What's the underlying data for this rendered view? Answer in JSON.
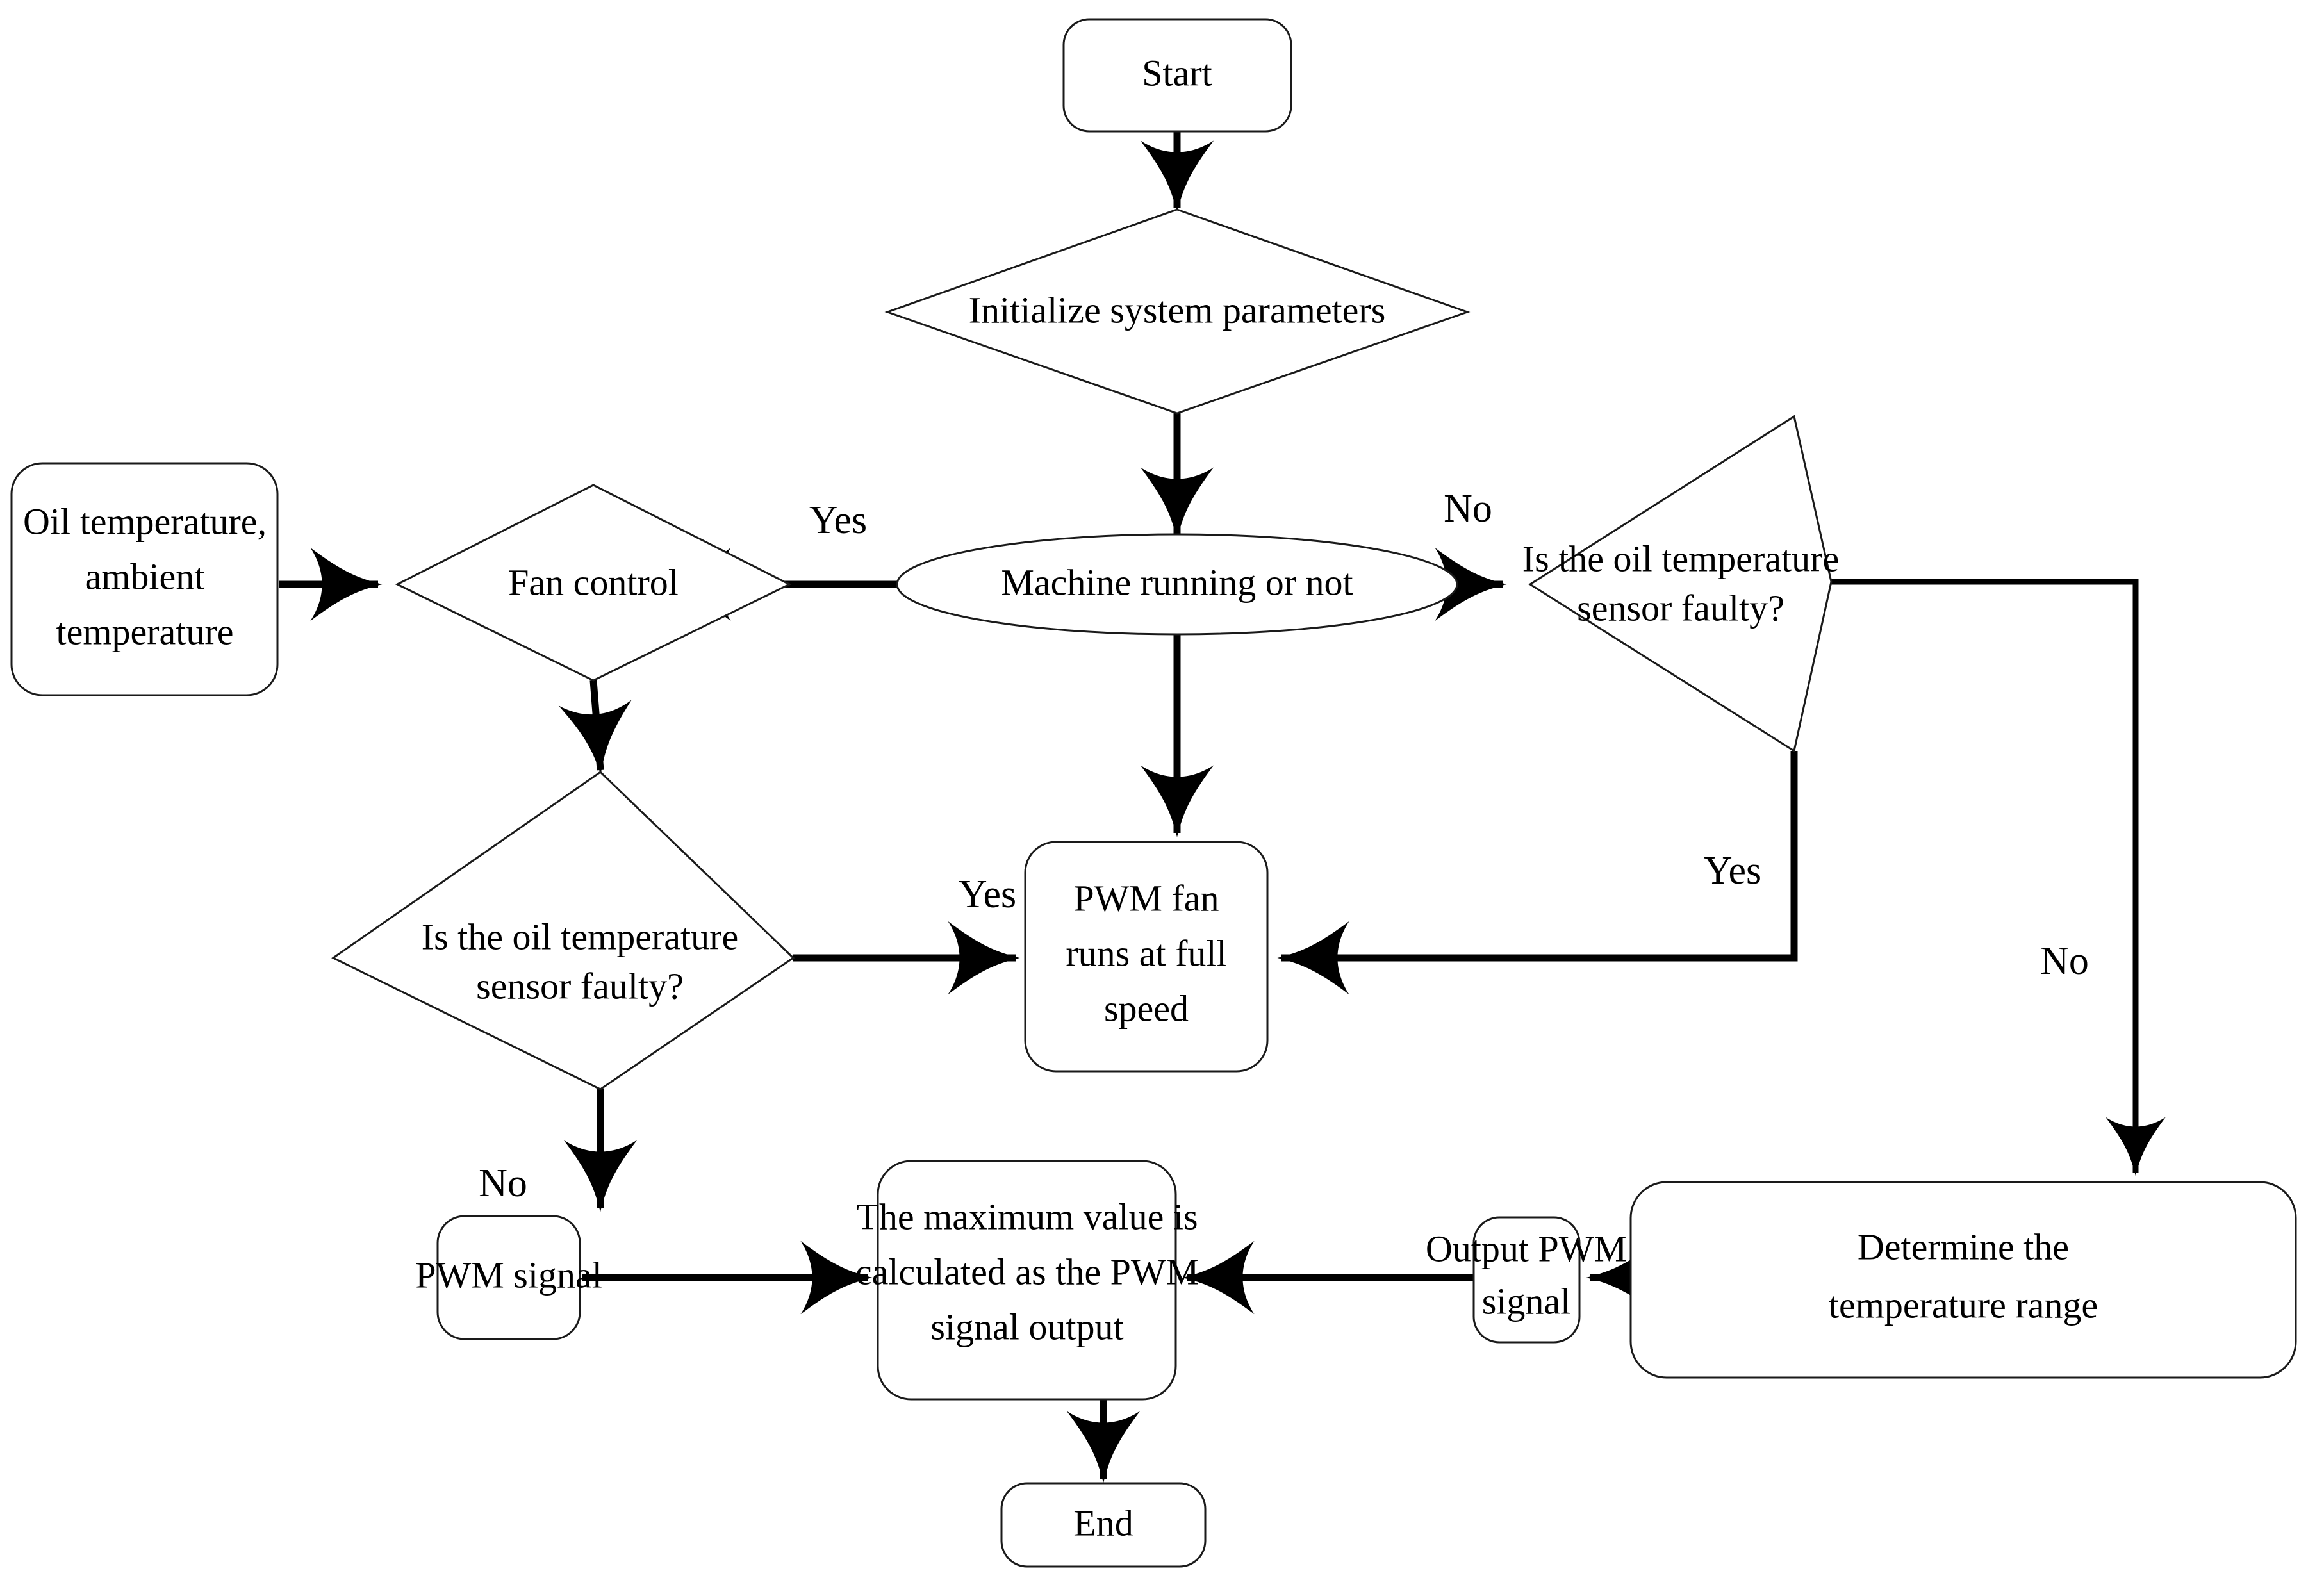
{
  "diagram": {
    "type": "flowchart",
    "title": "PWM fan control flowchart",
    "background_color": "#ffffff",
    "line_color": "#000000",
    "text_color": "#000000",
    "nodes": [
      {
        "id": "start",
        "shape": "rounded-rect",
        "lines": [
          "Start"
        ]
      },
      {
        "id": "init",
        "shape": "diamond",
        "lines": [
          "Initialize system parameters"
        ]
      },
      {
        "id": "machine",
        "shape": "ellipse",
        "lines": [
          "Machine running or not"
        ]
      },
      {
        "id": "fan",
        "shape": "diamond",
        "lines": [
          "Fan control"
        ]
      },
      {
        "id": "oiltemp",
        "shape": "rounded-rect",
        "lines": [
          "Oil temperature,",
          "ambient",
          "temperature"
        ]
      },
      {
        "id": "sensorright",
        "shape": "diamond",
        "lines": [
          "Is the oil temperature",
          "sensor faulty?"
        ]
      },
      {
        "id": "sensorleft",
        "shape": "diamond",
        "lines": [
          "Is the oil temperature",
          "sensor faulty?"
        ]
      },
      {
        "id": "pwmfull",
        "shape": "rounded-rect",
        "lines": [
          "PWM fan",
          "runs at full",
          "speed"
        ]
      },
      {
        "id": "pwmsignal",
        "shape": "rounded-rect",
        "lines": [
          "PWM signal"
        ]
      },
      {
        "id": "maxvalue",
        "shape": "rounded-rect",
        "lines": [
          "The maximum value is",
          "calculated as the PWM",
          "signal output"
        ]
      },
      {
        "id": "outputpwm",
        "shape": "rounded-rect",
        "lines": [
          "Output PWM",
          "signal"
        ]
      },
      {
        "id": "determine",
        "shape": "rounded-rect",
        "lines": [
          "Determine the",
          "temperature range"
        ]
      },
      {
        "id": "end",
        "shape": "rounded-rect",
        "lines": [
          "End"
        ]
      }
    ],
    "edges": [
      {
        "from": "start",
        "to": "init",
        "label": ""
      },
      {
        "from": "init",
        "to": "machine",
        "label": ""
      },
      {
        "from": "machine",
        "to": "fan",
        "label": "Yes"
      },
      {
        "from": "machine",
        "to": "sensorright",
        "label": "No"
      },
      {
        "from": "machine",
        "to": "pwmfull",
        "label": ""
      },
      {
        "from": "oiltemp",
        "to": "fan",
        "label": ""
      },
      {
        "from": "fan",
        "to": "sensorleft",
        "label": ""
      },
      {
        "from": "sensorleft",
        "to": "pwmfull",
        "label": "Yes"
      },
      {
        "from": "sensorleft",
        "to": "pwmsignal",
        "label": "No"
      },
      {
        "from": "sensorright",
        "to": "pwmfull",
        "label": "Yes"
      },
      {
        "from": "sensorright",
        "to": "determine",
        "label": "No"
      },
      {
        "from": "pwmsignal",
        "to": "maxvalue",
        "label": ""
      },
      {
        "from": "determine",
        "to": "outputpwm",
        "label": ""
      },
      {
        "from": "outputpwm",
        "to": "maxvalue",
        "label": ""
      },
      {
        "from": "maxvalue",
        "to": "end",
        "label": ""
      }
    ],
    "edge_labels": {
      "machine_yes": "Yes",
      "machine_no": "No",
      "sensorleft_yes": "Yes",
      "sensorleft_no": "No",
      "sensorright_yes": "Yes",
      "sensorright_no": "No"
    }
  }
}
